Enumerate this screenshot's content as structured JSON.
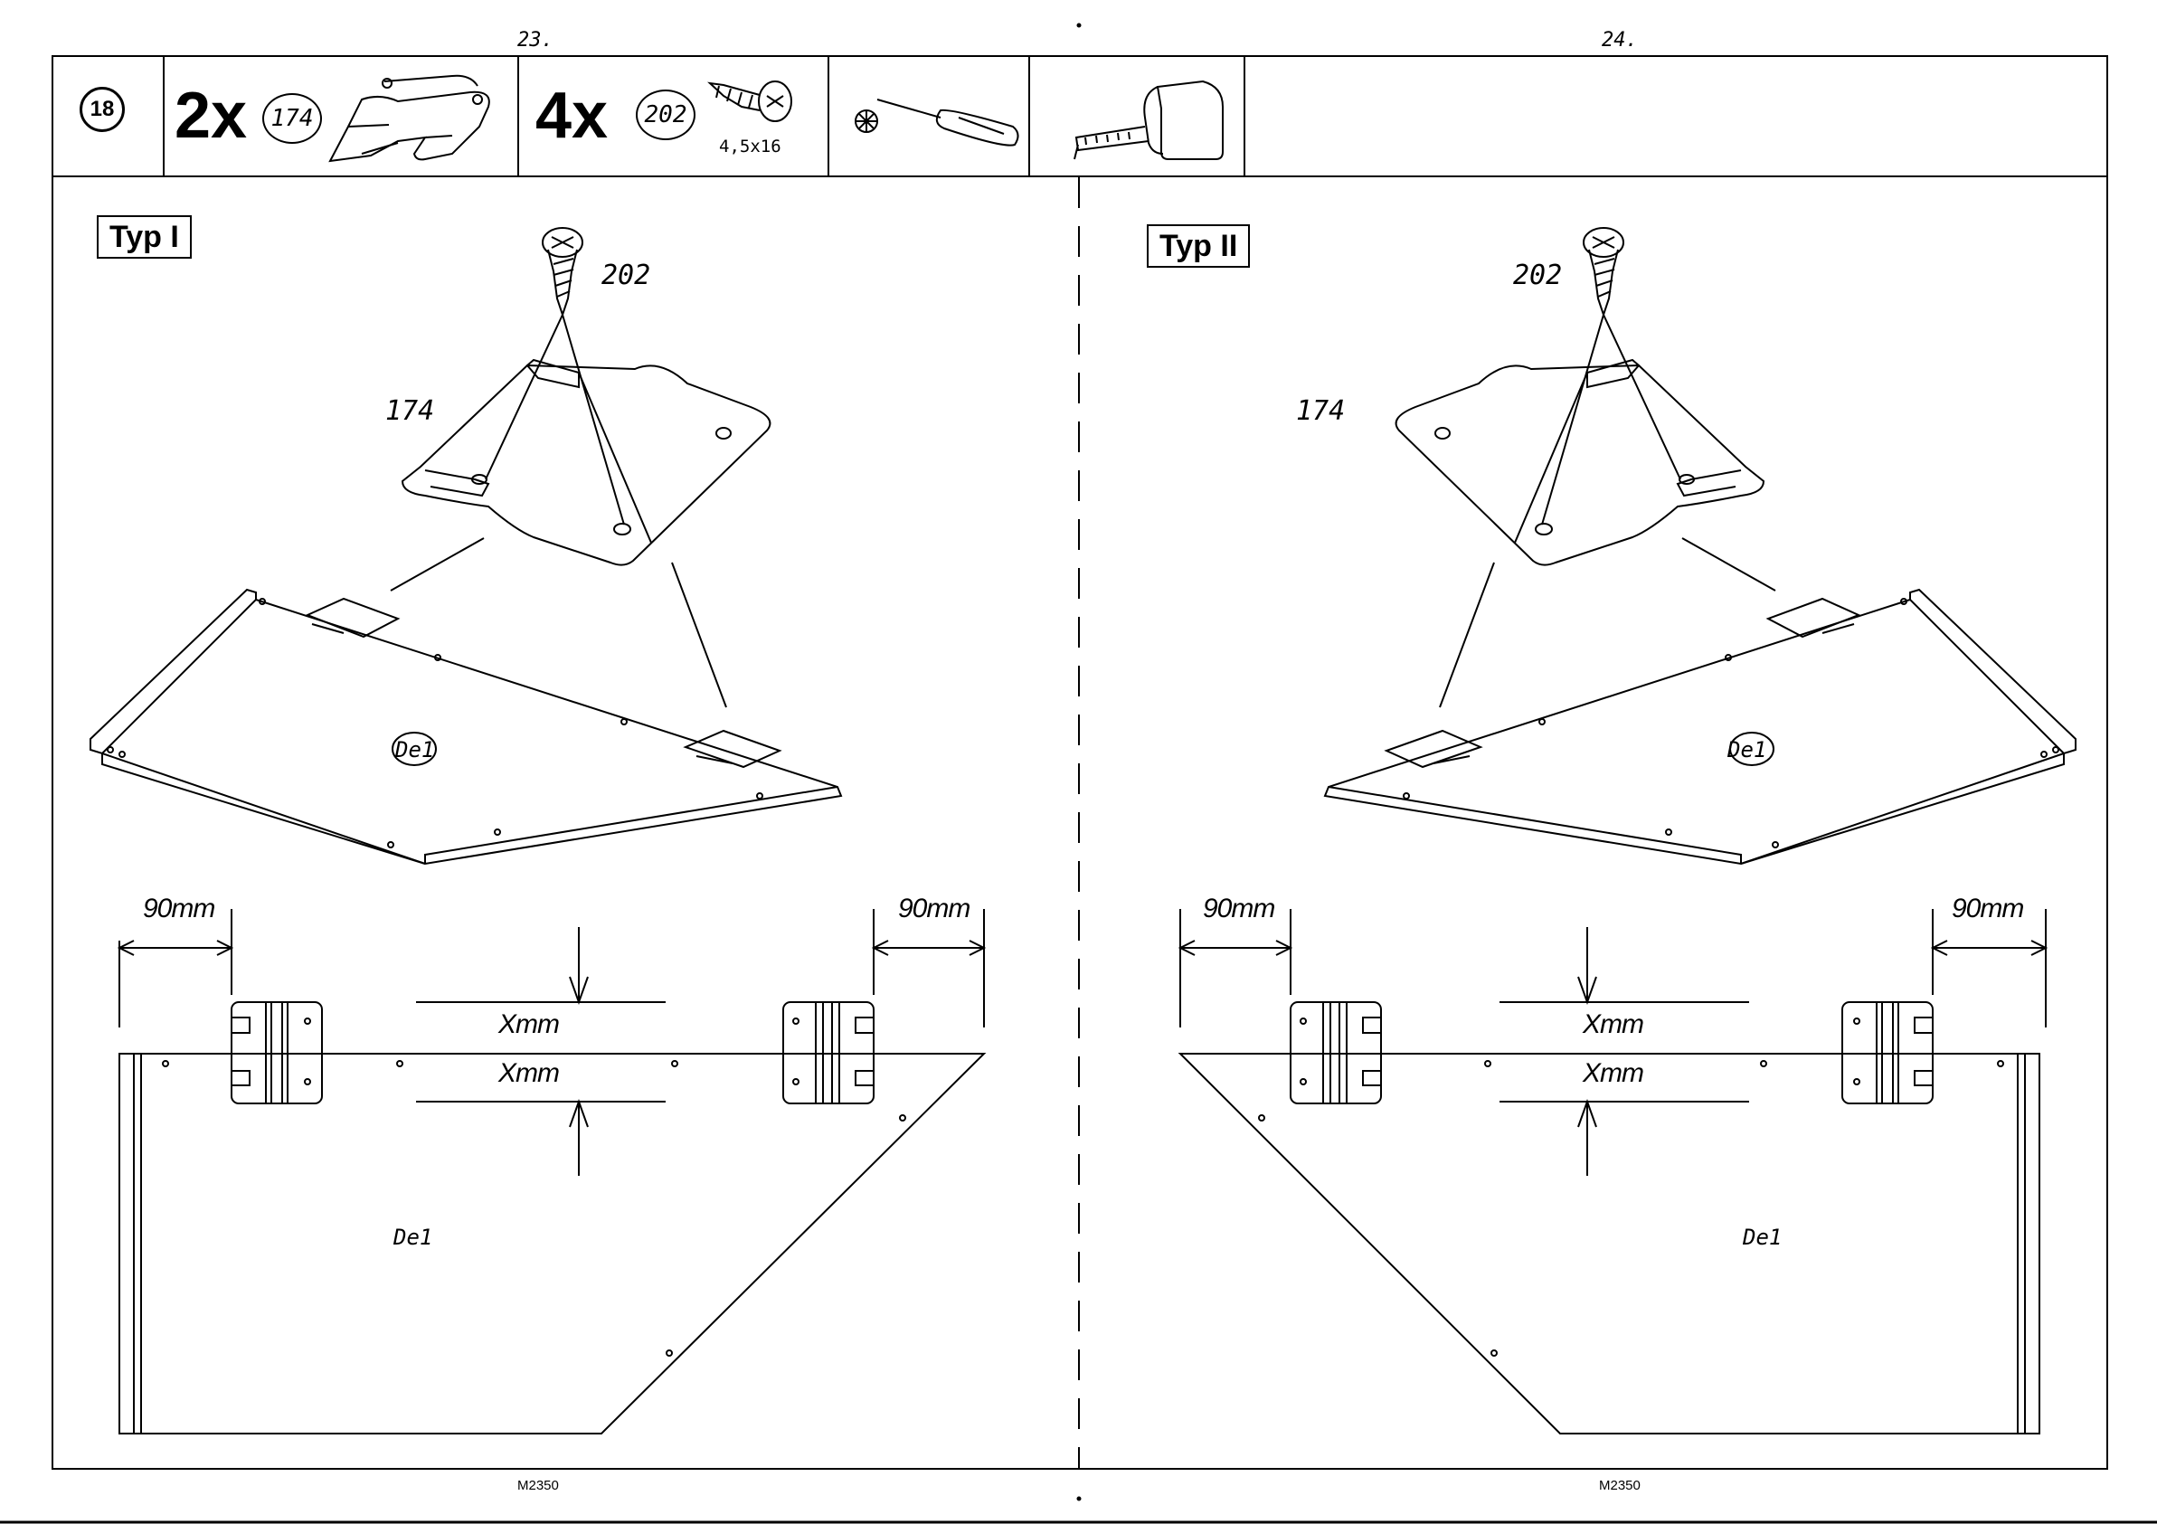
{
  "pages": {
    "left": "23.",
    "right": "24."
  },
  "header": {
    "step": "18",
    "parts": [
      {
        "qty": "2x",
        "part_no": "174"
      },
      {
        "qty": "4x",
        "part_no": "202",
        "size": "4,5x16"
      }
    ],
    "tools": [
      "screwdriver-icon",
      "measuring-tape-icon"
    ]
  },
  "panels": {
    "left": {
      "type": "Typ I",
      "screw_label": "202",
      "bracket_label": "174",
      "panel_label": "De1",
      "top_label": "De1",
      "dim_left": "90mm",
      "dim_right": "90mm",
      "x_top": "Xmm",
      "x_bottom": "Xmm"
    },
    "right": {
      "type": "Typ II",
      "screw_label": "202",
      "bracket_label": "174",
      "panel_label": "De1",
      "top_label": "De1",
      "dim_left": "90mm",
      "dim_right": "90mm",
      "x_top": "Xmm",
      "x_bottom": "Xmm"
    }
  },
  "footer": {
    "left_code": "M2350",
    "right_code": "M2350"
  }
}
